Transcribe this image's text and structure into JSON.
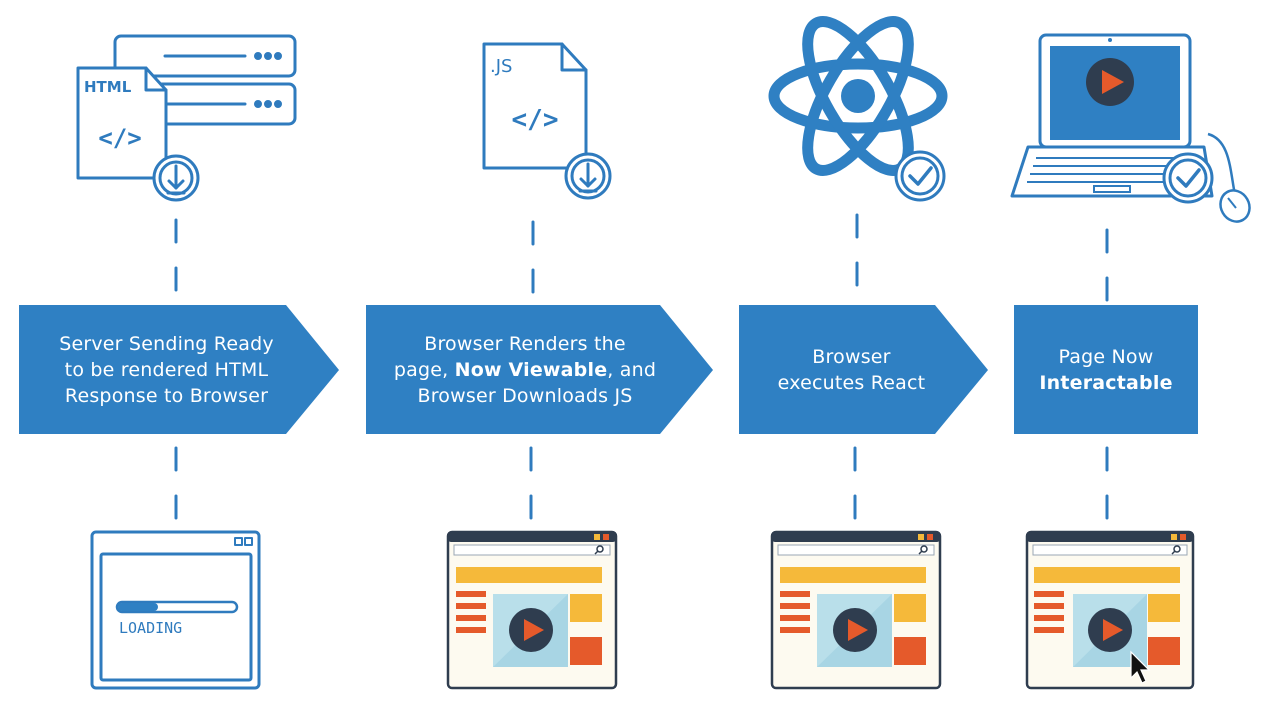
{
  "colors": {
    "accent": "#2f80c3",
    "line": "#2f7bbe",
    "yellow": "#f5b93a",
    "orange": "#e55a2b",
    "light_blue": "#a8d5e4",
    "play_dark": "#2f3d4f"
  },
  "steps": [
    {
      "lines": [
        "Server Sending Ready",
        "to be rendered HTML",
        "Response to Browser"
      ],
      "bold_line": null,
      "top_icon": "html-file-download-icon",
      "bottom_icon": "loading-browser-window-icon"
    },
    {
      "lines": [
        "Browser Renders the",
        "page, ",
        "Now Viewable",
        ", and",
        "Browser Downloads JS"
      ],
      "bold_line": null,
      "top_icon": "js-file-download-icon",
      "bottom_icon": "rendered-page-icon"
    },
    {
      "lines": [
        "Browser",
        "executes React"
      ],
      "bold_line": null,
      "top_icon": "react-atom-check-icon",
      "bottom_icon": "rendered-page-icon"
    },
    {
      "lines": [
        "Page Now",
        "Interactable"
      ],
      "bold_line": 1,
      "top_icon": "laptop-check-icon",
      "bottom_icon": "interactive-page-cursor-icon"
    }
  ],
  "labels": {
    "html_file": "HTML",
    "js_file": ".JS",
    "code_glyph": "</>",
    "loading": "LOADING"
  }
}
